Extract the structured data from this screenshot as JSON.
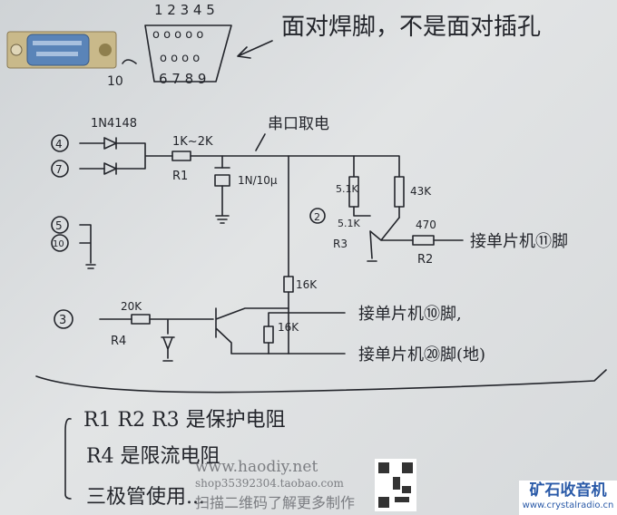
{
  "connector": {
    "top_pins": "1 2 3 4 5",
    "bottom_pins": "6 7 8 9",
    "ground_pin": "10",
    "top_holes": "o o o o o",
    "bottom_holes": "o o o o",
    "note": "面对焊脚，不是面对插孔"
  },
  "schematic": {
    "pin4": "4",
    "pin7": "7",
    "pin5": "5",
    "pin10": "10",
    "pin2": "2",
    "pin3": "3",
    "diode": "1N4148",
    "r1_value": "1K~2K",
    "r1": "R1",
    "cap": "1N/10μ",
    "power_note": "串口取电",
    "r_51k_a": "5.1K",
    "r_51k_b": "5.1K",
    "r3": "R3",
    "r_43k": "43K",
    "r2_value": "470",
    "r2": "R2",
    "out_11": "接单片机⑪脚",
    "r_16k_a": "16K",
    "r_16k_b": "16K",
    "out_10": "接单片机⑩脚,",
    "out_20": "接单片机⑳脚(地)",
    "r4_value": "20K",
    "r4": "R4"
  },
  "notes": [
    "R1 R2 R3 是保护电阻",
    "R4 是限流电阻",
    "三极管使用..."
  ],
  "watermark": {
    "site": "www.haodiy.net",
    "shop": "shop35392304.taobao.com",
    "scan": "扫描二维码了解更多制作",
    "logo_title": "矿石收音机",
    "logo_url": "www.crystalradio.cn"
  }
}
